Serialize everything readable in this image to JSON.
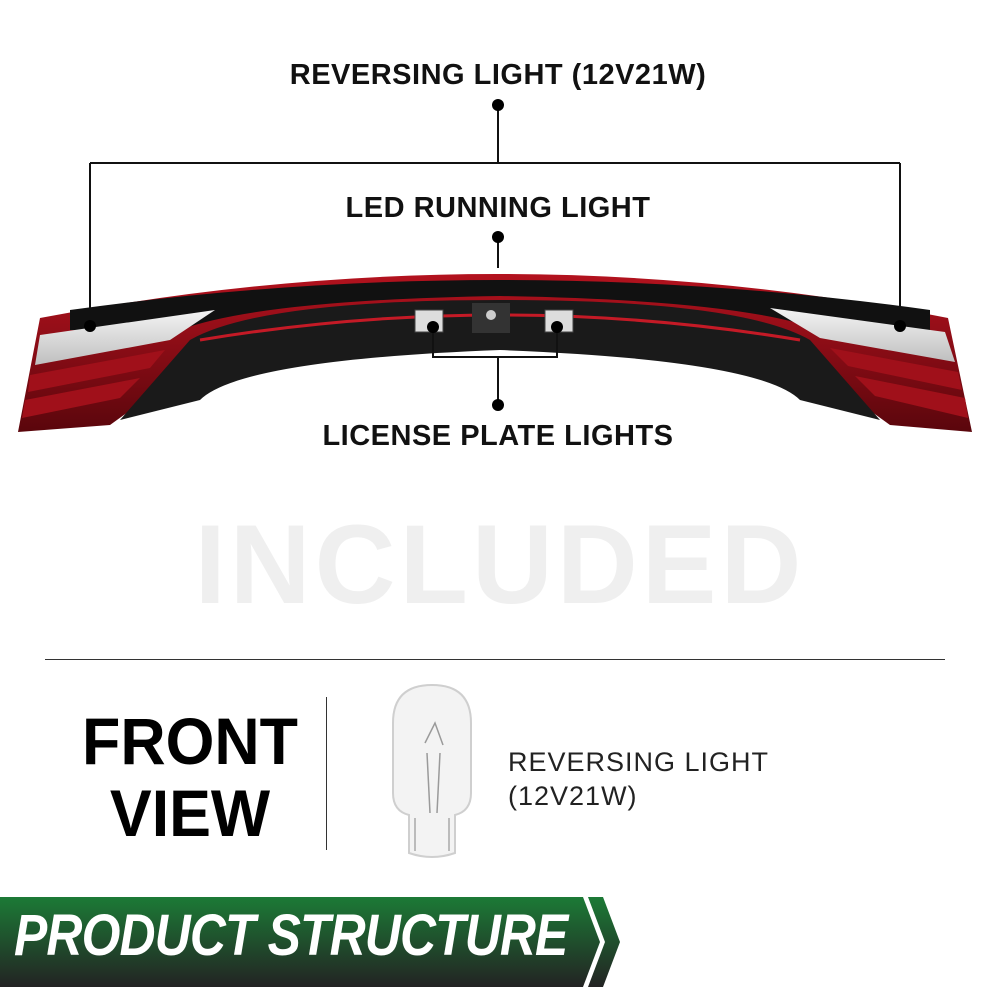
{
  "callouts": {
    "reversing_light": "REVERSING LIGHT (12V21W)",
    "led_running_light": "LED RUNNING LIGHT",
    "license_plate_lights": "LICENSE PLATE LIGHTS"
  },
  "view": {
    "line1": "FRONT",
    "line2": "VIEW"
  },
  "included": {
    "watermark": "INCLUDED",
    "bulb_line1": "REVERSING LIGHT",
    "bulb_line2": "(12V21W)"
  },
  "banner": {
    "title": "PRODUCT STRUCTURE",
    "colors": {
      "top": "#1c7a36",
      "bottom": "#232323"
    }
  },
  "colors": {
    "lens_red": "#8e0d16",
    "housing_black": "#111111"
  }
}
